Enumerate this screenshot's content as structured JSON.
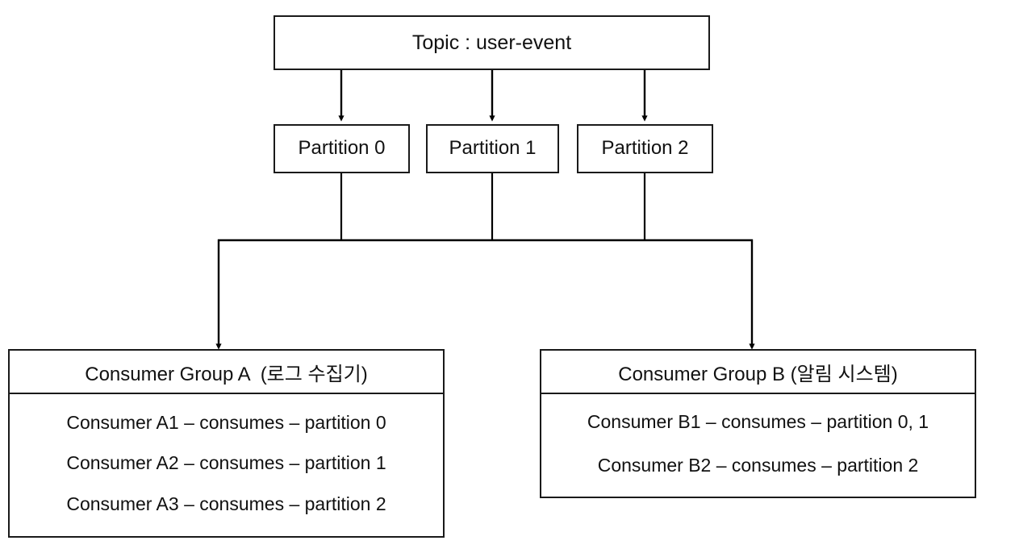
{
  "diagram": {
    "title_box": {
      "label": "Topic : user-event"
    },
    "partitions": [
      {
        "label": "Partition 0"
      },
      {
        "label": "Partition 1"
      },
      {
        "label": "Partition 2"
      }
    ],
    "consumer_groups": [
      {
        "header": "Consumer Group A  (로그 수집기)",
        "consumers": [
          "Consumer A1 – consumes – partition 0",
          "Consumer A2 – consumes – partition 1",
          "Consumer A3 – consumes – partition 2"
        ]
      },
      {
        "header": "Consumer Group B (알림 시스템)",
        "consumers": [
          "Consumer B1 – consumes – partition 0, 1",
          "Consumer B2 – consumes – partition 2"
        ]
      }
    ],
    "colors": {
      "stroke": "#1a1a1a",
      "text": "#111111",
      "background": "#ffffff"
    }
  }
}
